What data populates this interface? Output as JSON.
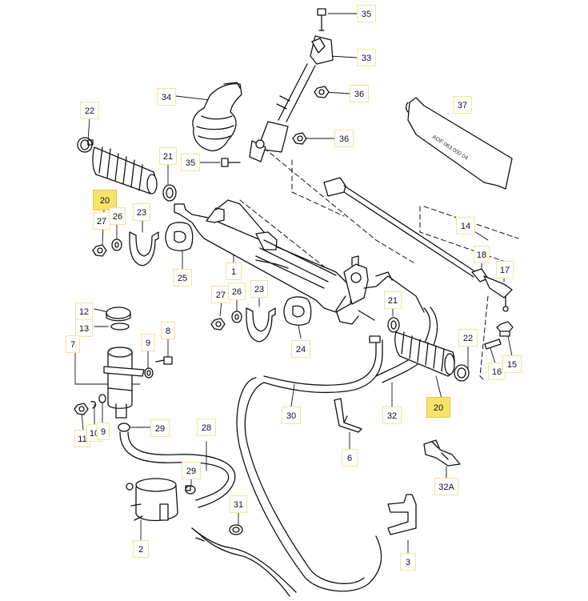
{
  "diagram": {
    "tube_text": "AOF 063 000 04",
    "highlight_color": "#f7e36c",
    "callouts": [
      {
        "id": "c35a",
        "text": "35",
        "hl": false
      },
      {
        "id": "c33",
        "text": "33",
        "hl": false
      },
      {
        "id": "c36a",
        "text": "36",
        "hl": false
      },
      {
        "id": "c34",
        "text": "34",
        "hl": false
      },
      {
        "id": "c37",
        "text": "37",
        "hl": false
      },
      {
        "id": "c36b",
        "text": "36",
        "hl": false
      },
      {
        "id": "c22a",
        "text": "22",
        "hl": false
      },
      {
        "id": "c21a",
        "text": "21",
        "hl": false
      },
      {
        "id": "c35b",
        "text": "35",
        "hl": false
      },
      {
        "id": "c20a",
        "text": "20",
        "hl": true
      },
      {
        "id": "c27a",
        "text": "27",
        "hl": false
      },
      {
        "id": "c26a",
        "text": "26",
        "hl": false
      },
      {
        "id": "c23a",
        "text": "23",
        "hl": false
      },
      {
        "id": "c14",
        "text": "14",
        "hl": false
      },
      {
        "id": "c18",
        "text": "18",
        "hl": false
      },
      {
        "id": "c17",
        "text": "17",
        "hl": false
      },
      {
        "id": "c1",
        "text": "1",
        "hl": false
      },
      {
        "id": "c25",
        "text": "25",
        "hl": false
      },
      {
        "id": "c27b",
        "text": "27",
        "hl": false
      },
      {
        "id": "c26b",
        "text": "26",
        "hl": false
      },
      {
        "id": "c23b",
        "text": "23",
        "hl": false
      },
      {
        "id": "c21b",
        "text": "21",
        "hl": false
      },
      {
        "id": "c12",
        "text": "12",
        "hl": false
      },
      {
        "id": "c13",
        "text": "13",
        "hl": false
      },
      {
        "id": "c7",
        "text": "7",
        "hl": false
      },
      {
        "id": "c8",
        "text": "8",
        "hl": false
      },
      {
        "id": "c9a",
        "text": "9",
        "hl": false
      },
      {
        "id": "c24",
        "text": "24",
        "hl": false
      },
      {
        "id": "c22b",
        "text": "22",
        "hl": false
      },
      {
        "id": "c16",
        "text": "16",
        "hl": false
      },
      {
        "id": "c15",
        "text": "15",
        "hl": false
      },
      {
        "id": "c30",
        "text": "30",
        "hl": false
      },
      {
        "id": "c32",
        "text": "32",
        "hl": false
      },
      {
        "id": "c20b",
        "text": "20",
        "hl": true
      },
      {
        "id": "c11",
        "text": "11",
        "hl": false
      },
      {
        "id": "c10",
        "text": "10",
        "hl": false
      },
      {
        "id": "c9b",
        "text": "9",
        "hl": false
      },
      {
        "id": "c29a",
        "text": "29",
        "hl": false
      },
      {
        "id": "c28",
        "text": "28",
        "hl": false
      },
      {
        "id": "c6",
        "text": "6",
        "hl": false
      },
      {
        "id": "c32a",
        "text": "32A",
        "hl": false
      },
      {
        "id": "c29b",
        "text": "29",
        "hl": false
      },
      {
        "id": "c31",
        "text": "31",
        "hl": false
      },
      {
        "id": "c2",
        "text": "2",
        "hl": false
      },
      {
        "id": "c3",
        "text": "3",
        "hl": false
      }
    ]
  }
}
